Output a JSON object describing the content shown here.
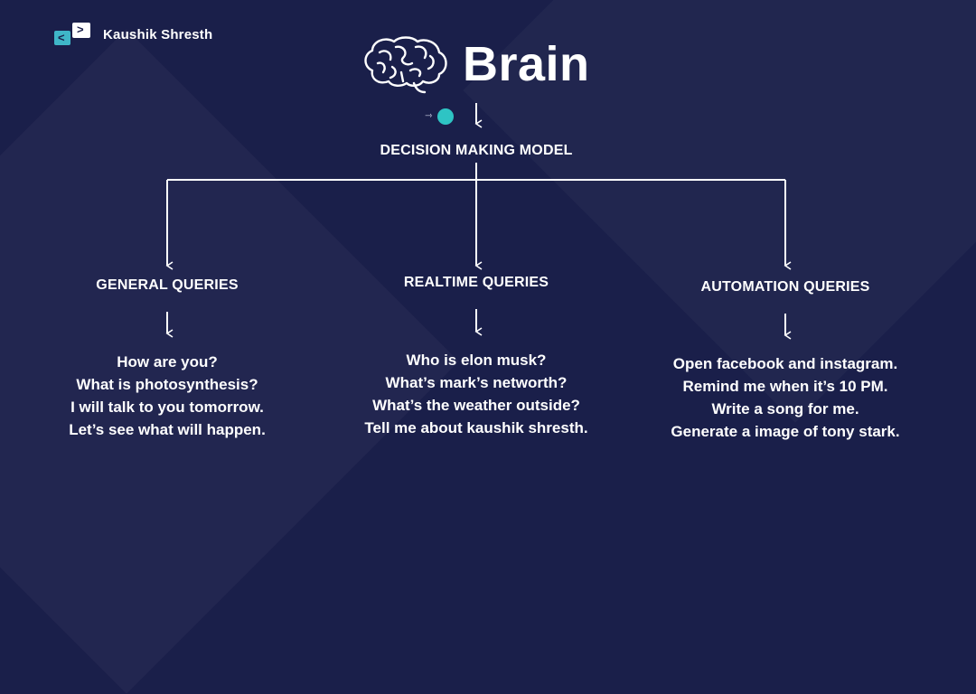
{
  "brand": {
    "name": "Kaushik Shresth",
    "logo_icon": "code-chevrons-logo"
  },
  "title": "Brain",
  "colors": {
    "background": "#1a1f4a",
    "accent": "#2ec4c4",
    "text": "#ffffff"
  },
  "decision_model": {
    "label": "DECISION MAKING MODEL"
  },
  "branches": [
    {
      "label": "GENERAL QUERIES",
      "examples": [
        "How are you?",
        "What is photosynthesis?",
        "I will talk to you tomorrow.",
        "Let’s see what will happen."
      ]
    },
    {
      "label": "REALTIME QUERIES",
      "examples": [
        "Who is elon musk?",
        "What’s mark’s networth?",
        "What’s the weather outside?",
        "Tell me about kaushik shresth."
      ]
    },
    {
      "label": "AUTOMATION QUERIES",
      "examples": [
        "Open facebook and instagram.",
        "Remind me when it’s 10 PM.",
        "Write a song for me.",
        "Generate a image of tony stark."
      ]
    }
  ]
}
